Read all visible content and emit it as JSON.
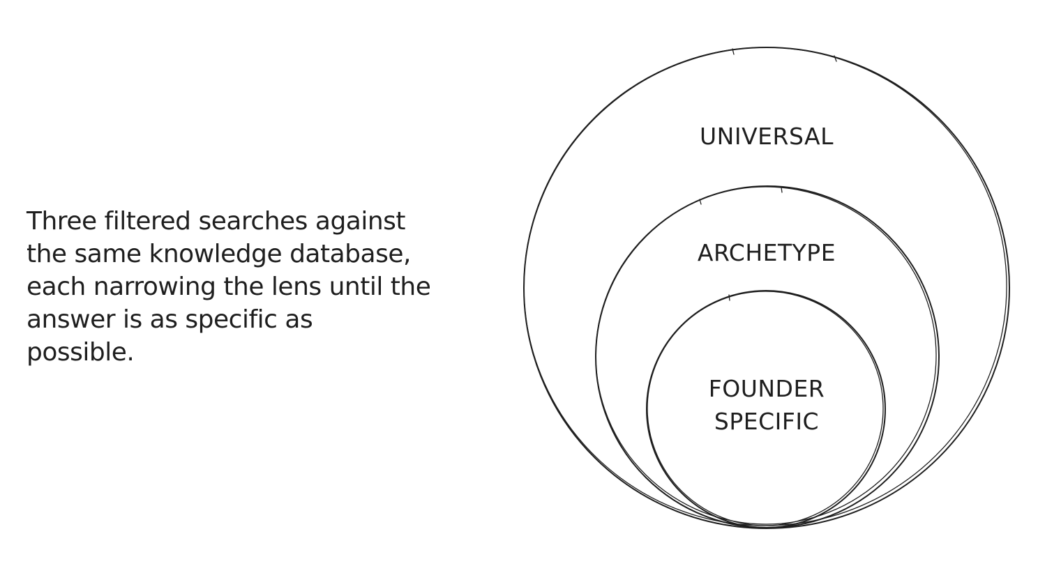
{
  "caption": {
    "lines": [
      "Three filtered searches against",
      "the same knowledge database,",
      "each narrowing the lens until the",
      "answer is as specific as",
      "possible."
    ]
  },
  "rings": {
    "outer": {
      "label": "UNIVERSAL"
    },
    "middle": {
      "label": "ARCHETYPE"
    },
    "inner": {
      "label_line1": "FOUNDER",
      "label_line2": "SPECIFIC"
    }
  },
  "colors": {
    "stroke": "#1e1e1e",
    "background": "#ffffff"
  }
}
